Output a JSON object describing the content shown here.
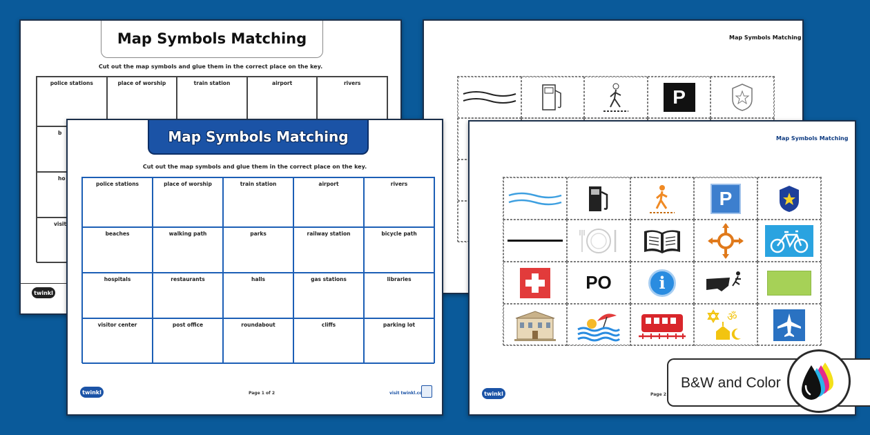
{
  "worksheet": {
    "title": "Map Symbols Matching",
    "instructions": "Cut out the map symbols and glue them in the correct place on the key.",
    "cells": [
      "police stations",
      "place of worship",
      "train station",
      "airport",
      "rivers",
      "beaches",
      "walking path",
      "parks",
      "railway station",
      "bicycle path",
      "hospitals",
      "restaurants",
      "halls",
      "gas stations",
      "libraries",
      "visitor center",
      "post office",
      "roundabout",
      "cliffs",
      "parking lot"
    ],
    "page1": "Page 1 of 2",
    "page2": "Page 2 of",
    "url": "visit twinkl.com",
    "logo": "twinkl"
  },
  "back_left": {
    "partial_labels": [
      "b",
      "ho",
      "visito"
    ]
  },
  "symbols": {
    "parking_letter": "P",
    "post_office": "PO",
    "info": "i"
  },
  "badge": {
    "text": "B&W and Color"
  },
  "colors": {
    "background": "#0a5a9a",
    "header_blue": "#1b53a6",
    "grid_blue": "#1b5eb5",
    "symbol_blue": "#3d7fce",
    "hospital_red": "#e23b3b",
    "park_green": "#a6d157"
  }
}
